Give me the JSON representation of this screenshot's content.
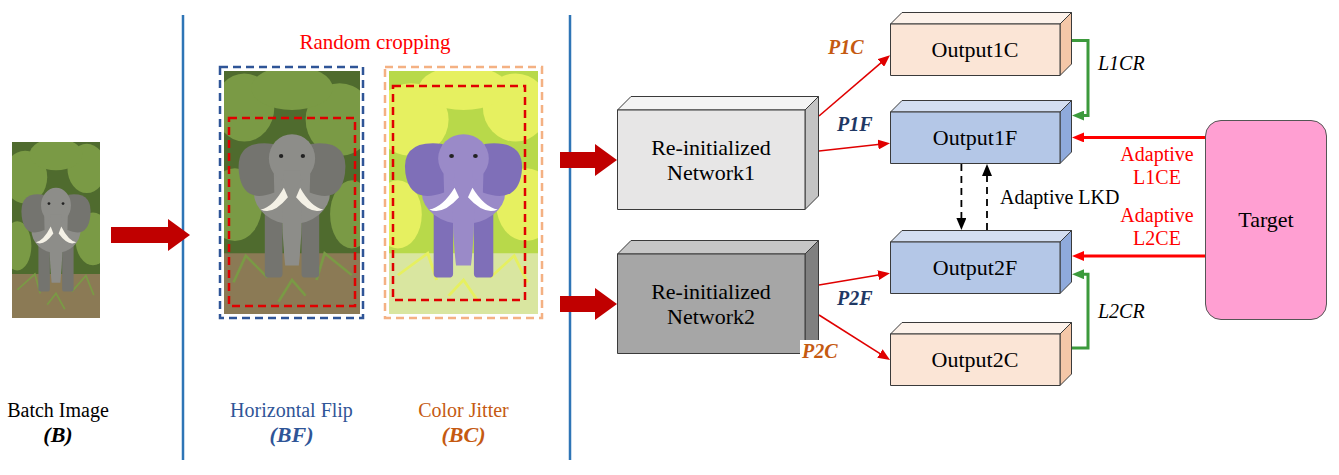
{
  "diagram": {
    "nodes": [
      {
        "text": [
          "Batch Image",
          "(B)"
        ]
      },
      {
        "text": [
          "Random cropping"
        ]
      },
      {
        "text": [
          "Horizontal Flip",
          "(BF)"
        ],
        "in": 1
      },
      {
        "text": [
          "Color Jitter",
          "(BC)"
        ],
        "in": 1
      },
      {
        "text": [
          "Re-initialized Network1"
        ]
      },
      {
        "text": [
          "Re-initialized Network2"
        ]
      },
      {
        "text": [
          "Output1C"
        ]
      },
      {
        "text": [
          "Output1F"
        ]
      },
      {
        "text": [
          "Output2F"
        ]
      },
      {
        "text": [
          "Output2C"
        ]
      },
      {
        "text": [
          "Target"
        ]
      }
    ],
    "edges": [
      {
        "from": 0,
        "to": 1,
        "arrow": "to"
      },
      {
        "from": 1,
        "to": 4,
        "arrow": "to"
      },
      {
        "from": 1,
        "to": 5,
        "arrow": "to"
      },
      {
        "from": 4,
        "to": 6,
        "label": "P1C",
        "arrow": "to"
      },
      {
        "from": 4,
        "to": 7,
        "label": "P1F",
        "arrow": "to"
      },
      {
        "from": 5,
        "to": 8,
        "label": "P2F",
        "arrow": "to"
      },
      {
        "from": 5,
        "to": 9,
        "label": "P2C",
        "arrow": "to"
      },
      {
        "from": 6,
        "to": 7,
        "label": "L1CR",
        "arrow": "to"
      },
      {
        "from": 9,
        "to": 8,
        "label": "L2CR",
        "arrow": "to"
      },
      {
        "from": 10,
        "to": 7,
        "label": "Adaptive L1CE",
        "arrow": "to"
      },
      {
        "from": 10,
        "to": 8,
        "label": "Adaptive L2CE",
        "arrow": "to"
      },
      {
        "from": 7,
        "to": 8,
        "arrow": "to"
      },
      {
        "from": 8,
        "to": 7,
        "label": "Adaptive LKD",
        "arrow": "to"
      }
    ]
  }
}
